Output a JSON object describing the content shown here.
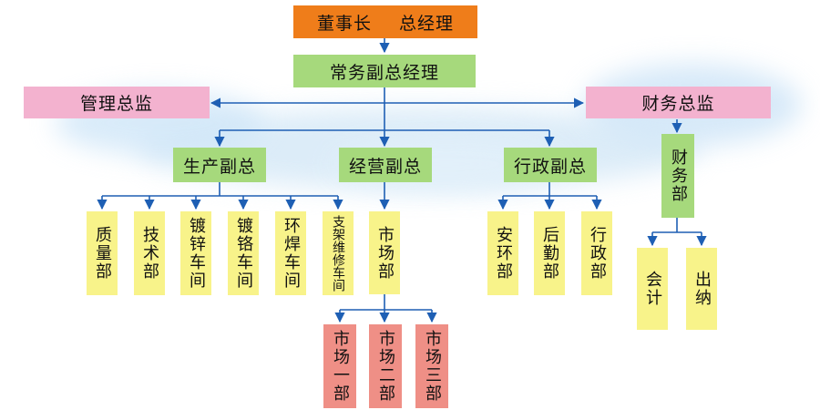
{
  "chairman": {
    "label": "董事长",
    "label2": "总经理"
  },
  "executive_vp": "常务副总经理",
  "management_director": "管理总监",
  "finance_director": "财务总监",
  "vp_production": "生产副总",
  "vp_operations": "经营副总",
  "vp_admin": "行政副总",
  "finance_dept": "财务部",
  "production_depts": [
    "质量部",
    "技术部",
    "镀锌车间",
    "镀铬车间",
    "环焊车间",
    "支架维修车间"
  ],
  "market_dept": "市场部",
  "admin_depts": [
    "安环部",
    "后勤部",
    "行政部"
  ],
  "finance_units": [
    "会计",
    "出纳"
  ],
  "market_units": [
    "市场一部",
    "市场二部",
    "市场三部"
  ],
  "colors": {
    "top": "#ef7d1a",
    "executive": "#a6d97c",
    "director": "#f3b2cf",
    "department": "#f8f38a",
    "market_sub": "#ef8f86",
    "connector": "#1e5fb4"
  }
}
